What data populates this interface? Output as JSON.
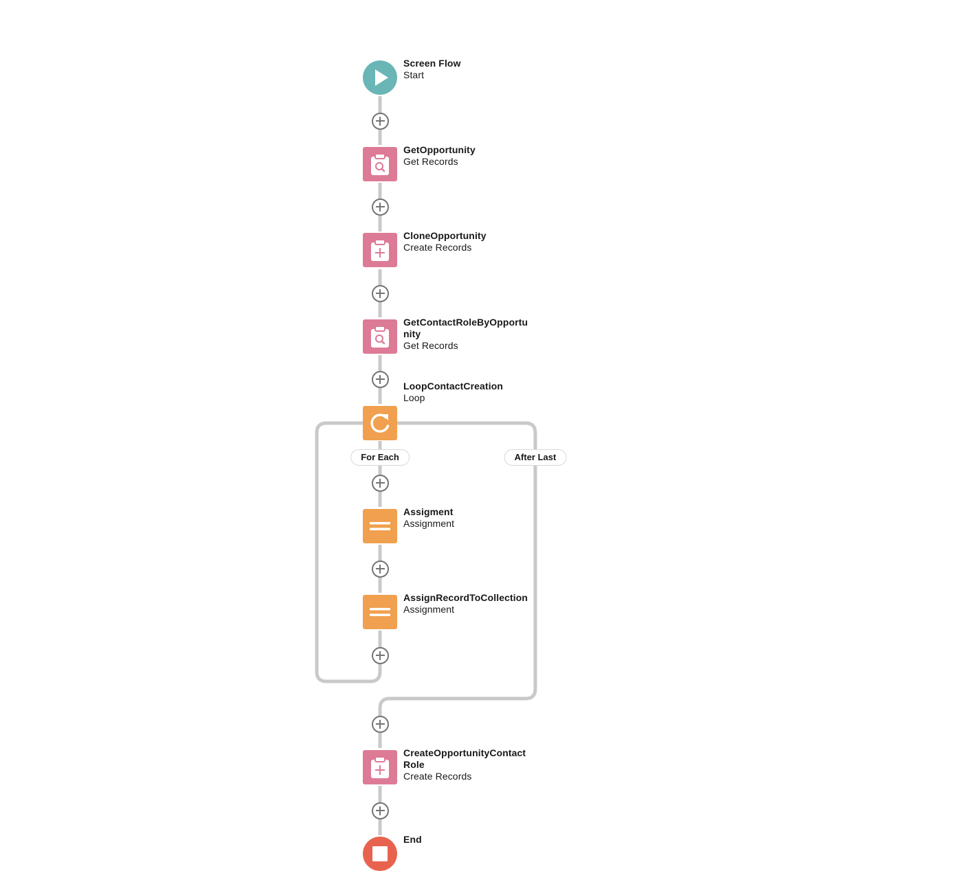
{
  "flow": {
    "start": {
      "title": "Screen Flow",
      "subtitle": "Start",
      "icon": "play-icon",
      "color": "#6ab5b6"
    },
    "nodes": [
      {
        "title": "GetOpportunity",
        "subtitle": "Get Records",
        "icon": "get-records-icon",
        "color": "#dd7a96"
      },
      {
        "title": "CloneOpportunity",
        "subtitle": "Create Records",
        "icon": "create-records-icon",
        "color": "#dd7a96"
      },
      {
        "title": "GetContactRoleByOpportunity",
        "subtitle": "Get Records",
        "icon": "get-records-icon",
        "color": "#dd7a96"
      },
      {
        "title": "LoopContactCreation",
        "subtitle": "Loop",
        "icon": "loop-icon",
        "color": "#f0a04e"
      },
      {
        "title": "Assigment",
        "subtitle": "Assignment",
        "icon": "assignment-icon",
        "color": "#f0a04e"
      },
      {
        "title": "AssignRecordToCollection",
        "subtitle": "Assignment",
        "icon": "assignment-icon",
        "color": "#f0a04e"
      },
      {
        "title": "CreateOpportunityContactRole",
        "subtitle": "Create Records",
        "icon": "create-records-icon",
        "color": "#dd7a96"
      }
    ],
    "branches": {
      "for_each": "For Each",
      "after_last": "After Last"
    },
    "end": {
      "title": "End",
      "icon": "stop-icon",
      "color": "#e8634f"
    },
    "connector_color": "#c9c9c9"
  }
}
